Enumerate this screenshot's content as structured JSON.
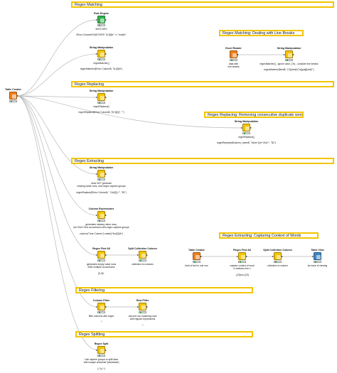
{
  "annotations": {
    "regex_matching": "Regex Matching",
    "line_breaks": "Regex Matching: Dealing with Line Breaks",
    "regex_replacing": "Regex Replacing",
    "consecutive_duplicates": "Regex Replacing: Removing consecutive duplicate words",
    "regex_extracting": "Regex Extracting",
    "capturing_context": "Regex Extracting: Capturing Context of Words",
    "regex_filtering": "Regex Filtering",
    "regex_splitting": "Regex Splitting"
  },
  "nodes": {
    "table_creator": {
      "title": "Table Creator",
      "caption": ""
    },
    "rule_engine": {
      "title": "Rule Engine",
      "caption": "MATCHES\n\n$Your Column$ MATCHES \"\\b.{5}\\b\" => \"match\""
    },
    "sm_match": {
      "title": "String Manipulation",
      "caption": "regexMatcher()\n\nregexMatcher($Your Column$, \"\\b.{5}\\b\")"
    },
    "excel_reader": {
      "title": "Excel Reader",
      "caption": "data with\nline breaks"
    },
    "sm_linebreak": {
      "title": "String Manipulation",
      "caption": "regexMatcher() - ignore case, (?s) - consider line breaks\n\nregexMatcher($text$, \"(?i)[\\w\\d]*(?s)[pat][\\w\\d]*\")"
    },
    "sm_replace": {
      "title": "String Manipulation",
      "caption": "regexReplace()\n\nregexReplace($Your Column$, \"[0-9]{3}\", \"\")"
    },
    "sm_duplicates": {
      "title": "String Manipulation",
      "caption": "regexReplace()\n\nregexReplace($column_name$, \"\\b(\\w+)(\\s+\\1\\b)+\", \"$1\")"
    },
    "sm_extract": {
      "title": "String Manipulation",
      "caption": "does NOT generate\nmissing value rows, auto regex capture groups\n\nregexReplace($Your Column$, \".*(\\d{3}).*\", \"$1\")"
    },
    "column_expressions": {
      "title": "Column Expressions",
      "caption": "generates missing value rows,\nbut ONLY first occurences uses regex capture groups\n\ncolumn(\"Your Column\").match(\"\\b\\d{3}\\b\")"
    },
    "regex_find_all": {
      "title": "Regex Find All",
      "caption": "generates empty value rows\nAND multiple occurrences\n\n[0-9]+"
    },
    "split_collection": {
      "title": "Split Collection Column",
      "caption": "collection to columns"
    },
    "table_creator_2": {
      "title": "Table Creator",
      "caption": "blob of text in one row"
    },
    "regex_find_all_2": {
      "title": "Regex Find All",
      "caption": "capture context of word\nin between the x\n\n.{10}xxx.{10}"
    },
    "split_collection_2": {
      "title": "Split Collection Column",
      "caption": "collection to column"
    },
    "table_view": {
      "title": "Table View",
      "caption": "for ease of viewing"
    },
    "column_filter": {
      "title": "Column Filter",
      "caption": "filter columns with regex\n\n.*"
    },
    "row_filter": {
      "title": "Row Filter",
      "caption": "remove non-matching rows\nwith regular expressions\n\n.*"
    },
    "regex_split": {
      "title": "Regex Split",
      "caption": "Use capture groups to split data\nwith escape character (backslash)\n\n(.*)\\.(.*)"
    }
  },
  "colors": {
    "annotation_border": "#f2c500",
    "manipulator": "#f5c400",
    "source": "#f0801e",
    "rule": "#2fb24c",
    "view": "#3b86c6",
    "wire": "#b8b8b8"
  }
}
